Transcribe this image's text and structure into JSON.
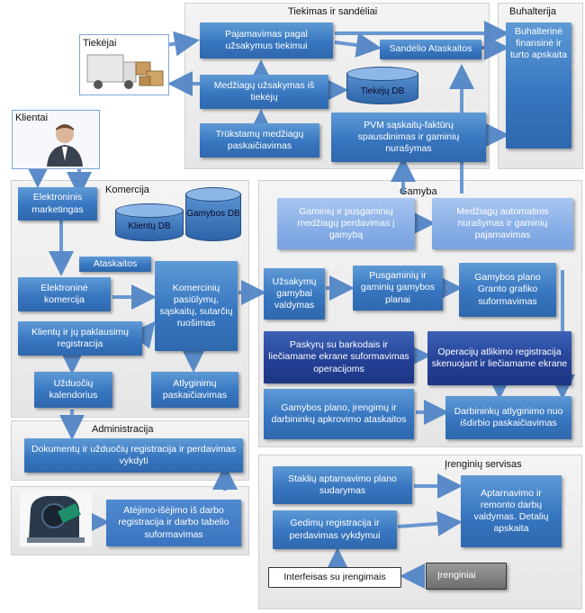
{
  "regions": {
    "tiekimas": "Tiekimas ir sandėliai",
    "buhalterija": "Buhalterija",
    "komercija": "Komercija",
    "gamyba": "Gamyba",
    "administracija": "Administracija",
    "irenginiu": "Įrenginių servisas"
  },
  "external": {
    "tiekejai": "Tiekėjai",
    "klientai": "Klientai"
  },
  "boxes": {
    "pajamavimas": "Pajamavimas pagal užsakymus tiekimui",
    "sandelio": "Sandėlio Ataskaitos",
    "buhalterine": "Buhalterinė finansinė ir turto apskaita",
    "medziagu_uzsakymas": "Medžiagų užsakymas iš tiekėjų",
    "trukstamu": "Trūkstamų medžiagų paskaičiavimas",
    "pvm": "PVM sąskaitų-faktūrų spausdinimas ir gaminių nurašymas",
    "elektroninis_marketingas": "Elektroninis marketingas",
    "ataskaitos": "Ataskaitos",
    "elektronine_komercija": "Elektroninė komercija",
    "komerciniu": "Komercinių pasiūlymų, sąskaitų, sutarčių ruošimas",
    "klientu": "Klientų ir jų paklausimų registracija",
    "uzduociu": "Užduočių kalendorius",
    "atlyginimu": "Atlyginimų paskaičiavimas",
    "dokumentu": "Dokumentų ir užduočių registracija ir perdavimas vykdyti",
    "atejimo": "Atėjimo-išėjimo iš darbo registracija ir darbo tabelio suformavimas",
    "gaminiu_pusgaminiu": "Gaminių ir pusgaminių medžiagų perdavimas į gamybą",
    "medziagu_automatinis": "Medžiagų automatinis nurašymas ir gaminių pajamavimas",
    "uzsakymu": "Užsakymų gamybai valdymas",
    "pusgaminiu": "Pusgaminių ir gaminių gamybos planai",
    "gamybos_plano": "Gamybos plano Granto grafiko suformavimas",
    "paskyru": "Paskyrų su barkodais ir liečiamame ekrane suformavimas operacijoms",
    "operaciju": "Operacijų atlikimo registracija skenuojant ir liečiamame ekrane",
    "gamybos_ataskaitos": "Gamybos plano, įrengimų ir darbininkų apkrovimo ataskaitos",
    "darbininku": "Darbininkų atlyginimo nuo išdirbio paskaičiavimas",
    "stakliu": "Staklių aptarnavimo plano sudarymas",
    "aptarnavimo": "Aptarnavimo ir remonto darbų valdymas. Detalių apskaita",
    "gedimu": "Gedimų registracija ir perdavimas vykdymui",
    "interfeisas": "Interfeisas su įrengimais",
    "irenginiai": "Įrenginiai"
  },
  "databases": {
    "tiekeju": "Tiekėjų DB",
    "klientu": "Klientų DB",
    "gamybos": "Gamybos DB"
  },
  "colors": {
    "box": "#3776c0",
    "dark": "#233f94",
    "light": "#87aee6",
    "arrow": "#4a80c4"
  }
}
